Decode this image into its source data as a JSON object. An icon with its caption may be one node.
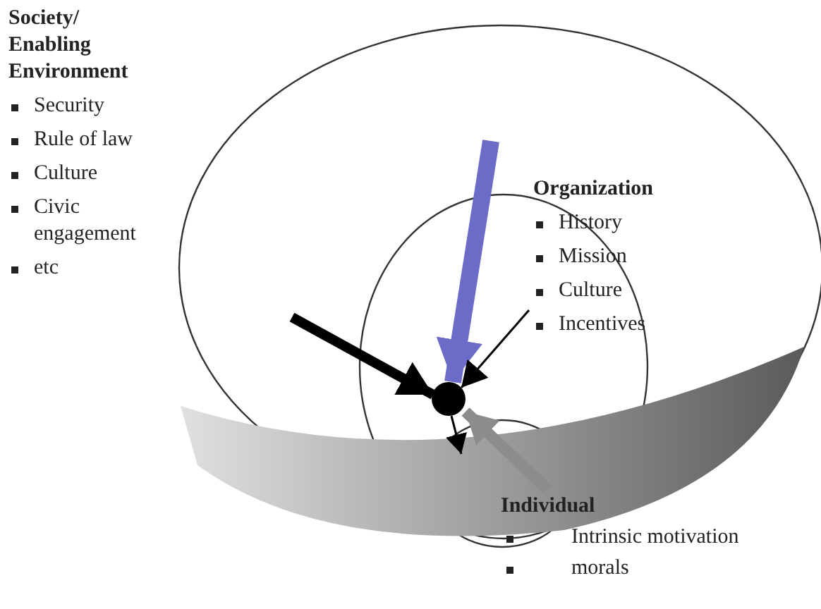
{
  "diagram": {
    "nodes": [
      {
        "text": [
          "Society/ Enabling Environment",
          "Security",
          "Rule of law",
          "Culture",
          "Civic engagement",
          "etc"
        ]
      },
      {
        "text": [
          "Organization",
          "History",
          "Mission",
          "Culture",
          "Incentives"
        ],
        "in": 0
      },
      {
        "text": [
          "Individual",
          "Intrinsic motivation",
          "morals"
        ],
        "in": 1
      },
      {
        "text": [],
        "shape": "circle",
        "in": 1
      }
    ],
    "edges": [
      {
        "from": null,
        "to": 3,
        "arrow": "to",
        "color": "#6b6bc8"
      },
      {
        "from": null,
        "to": 3,
        "arrow": "to"
      },
      {
        "from": 1,
        "to": 3,
        "arrow": "to"
      },
      {
        "from": 2,
        "to": 3,
        "arrow": "to",
        "color": "#8c8c8c"
      },
      {
        "from": 3,
        "to": 2,
        "arrow": "to"
      }
    ]
  }
}
